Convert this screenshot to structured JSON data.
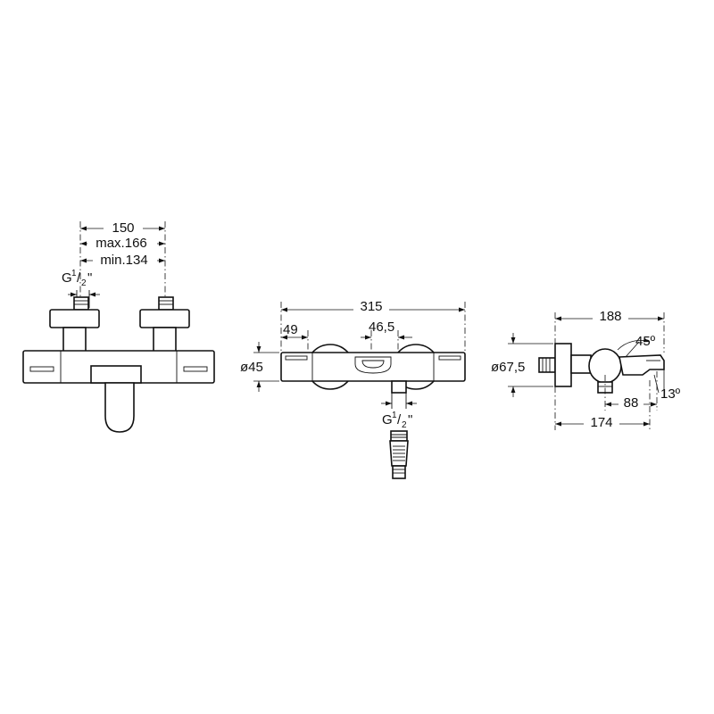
{
  "front_view": {
    "dim_width": "150",
    "dim_max": "max.166",
    "dim_min": "min.134",
    "thread_prefix": "G",
    "thread_num": "1",
    "thread_sep": "/",
    "thread_den": "2",
    "thread_suffix": "\""
  },
  "top_view": {
    "dim_length": "315",
    "dim_left": "49",
    "dim_center": "46,5",
    "dim_diameter": "ø45",
    "thread_prefix": "G",
    "thread_num": "1",
    "thread_sep": "/",
    "thread_den": "2",
    "thread_suffix": "\""
  },
  "side_view": {
    "dim_depth": "188",
    "dim_angle": "45º",
    "dim_diameter": "ø67,5",
    "dim_spout": "88",
    "dim_spout_angle": "13º",
    "dim_outlet": "174"
  }
}
